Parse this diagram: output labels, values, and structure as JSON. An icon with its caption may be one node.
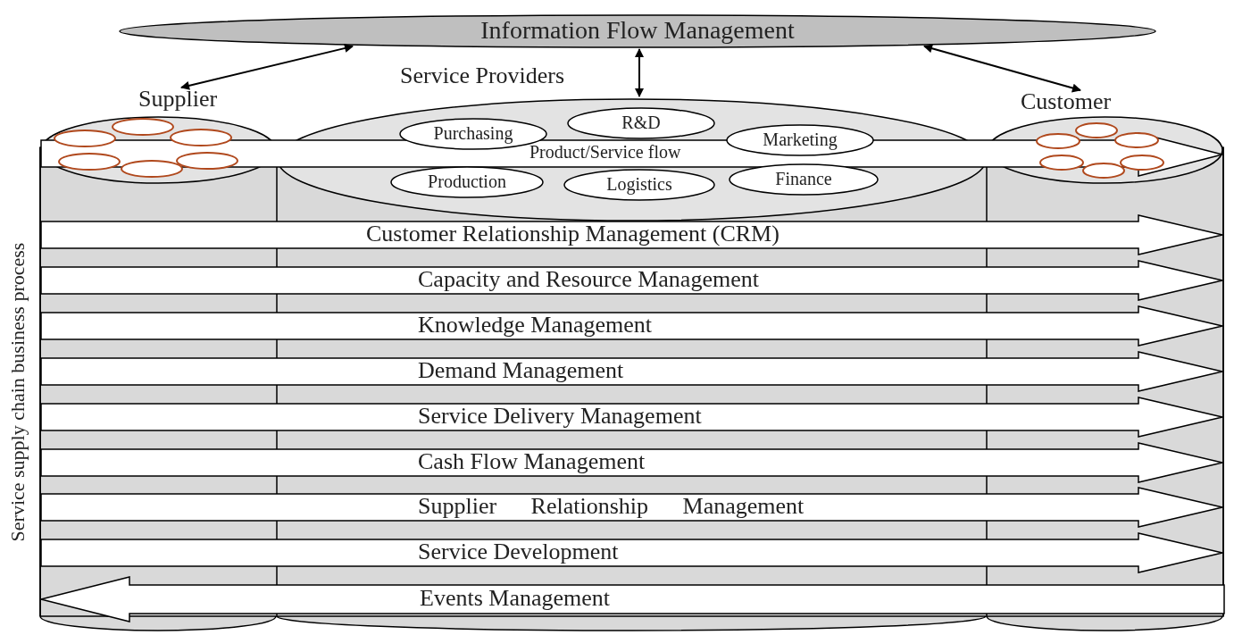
{
  "diagram": {
    "nodes": [
      {
        "text": [
          "Information Flow Management"
        ]
      },
      {
        "text": [
          "Supplier"
        ]
      },
      {
        "text": [
          "Service Providers"
        ]
      },
      {
        "text": [
          "Customer"
        ]
      },
      {
        "text": [
          "Purchasing"
        ],
        "in": 2
      },
      {
        "text": [
          "R&D"
        ],
        "in": 2
      },
      {
        "text": [
          "Marketing"
        ],
        "in": 2
      },
      {
        "text": [
          "Production"
        ],
        "in": 2
      },
      {
        "text": [
          "Logistics"
        ],
        "in": 2
      },
      {
        "text": [
          "Finance"
        ],
        "in": 2
      },
      {
        "text": [
          "Product/Service flow"
        ]
      },
      {
        "text": [],
        "shape": "circle",
        "in": 1
      },
      {
        "text": [],
        "shape": "circle",
        "in": 1
      },
      {
        "text": [],
        "shape": "circle",
        "in": 1
      },
      {
        "text": [],
        "shape": "circle"
      },
      {
        "text": [],
        "shape": "circle",
        "in": 1
      },
      {
        "text": [],
        "shape": "circle"
      },
      {
        "text": [],
        "shape": "circle"
      },
      {
        "text": [],
        "shape": "circle",
        "in": 3
      },
      {
        "text": [],
        "shape": "circle"
      },
      {
        "text": [],
        "shape": "circle"
      },
      {
        "text": [],
        "shape": "circle",
        "in": 3
      },
      {
        "text": [],
        "shape": "circle"
      },
      {
        "text": [
          "Customer Relationship Management (CRM)"
        ]
      },
      {
        "text": [
          "Capacity and Resource Management"
        ]
      },
      {
        "text": [
          "Knowledge Management"
        ]
      },
      {
        "text": [
          "Demand Management"
        ]
      },
      {
        "text": [
          "Service Delivery Management"
        ]
      },
      {
        "text": [
          "Cash Flow Management"
        ]
      },
      {
        "text": [
          "Supplier Relationship Management"
        ]
      },
      {
        "text": [
          "Service Development"
        ]
      },
      {
        "text": [
          "Events Management"
        ]
      }
    ],
    "edges": [
      {
        "from": 0,
        "to": 1,
        "arrow": "both"
      },
      {
        "from": 0,
        "to": 2,
        "arrow": "both"
      },
      {
        "from": 0,
        "to": 3,
        "arrow": "both"
      }
    ],
    "labels": [
      "Service supply chain business process"
    ]
  }
}
